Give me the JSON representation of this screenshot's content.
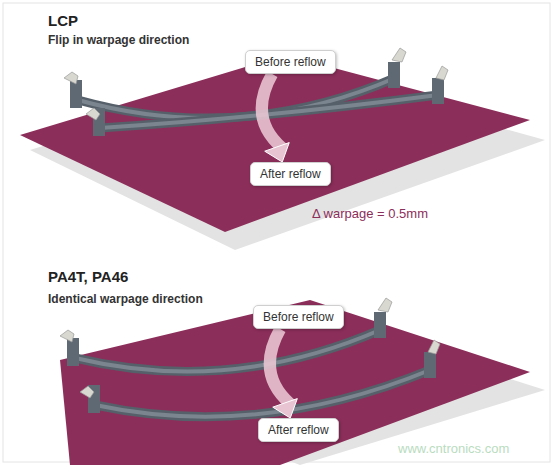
{
  "diagram": {
    "nodes": [
      {
        "text": [
          "Before reflow"
        ]
      },
      {
        "text": [
          "After reflow"
        ]
      },
      {
        "text": [
          "Before reflow"
        ]
      },
      {
        "text": [
          "After reflow"
        ]
      }
    ],
    "edges": [
      {
        "from": 0,
        "to": 1,
        "arrow": "to"
      },
      {
        "from": 2,
        "to": 3,
        "arrow": "to"
      }
    ],
    "labels": [
      "LCP",
      "Flip in warpage direction",
      "Δ warpage = 0.5mm",
      "PA4T, PA46",
      "Identical warpage direction",
      "www.cntronics.com"
    ]
  }
}
